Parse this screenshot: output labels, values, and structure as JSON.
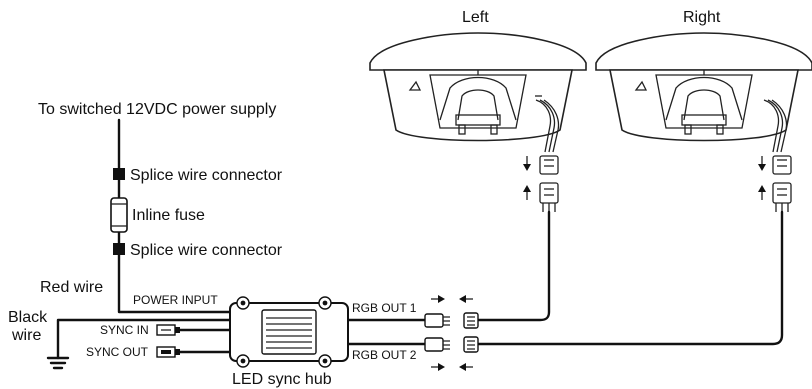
{
  "labels": {
    "left_light": "Left",
    "right_light": "Right",
    "power_supply": "To switched 12VDC power supply",
    "splice_top": "Splice wire connector",
    "fuse": "Inline fuse",
    "splice_bottom": "Splice wire connector",
    "red_wire": "Red wire",
    "black_wire_1": "Black",
    "black_wire_2": "wire",
    "power_input": "POWER INPUT",
    "sync_in": "SYNC IN",
    "sync_out": "SYNC OUT",
    "rgb_out_1": "RGB OUT 1",
    "rgb_out_2": "RGB OUT 2",
    "hub": "LED sync hub"
  }
}
